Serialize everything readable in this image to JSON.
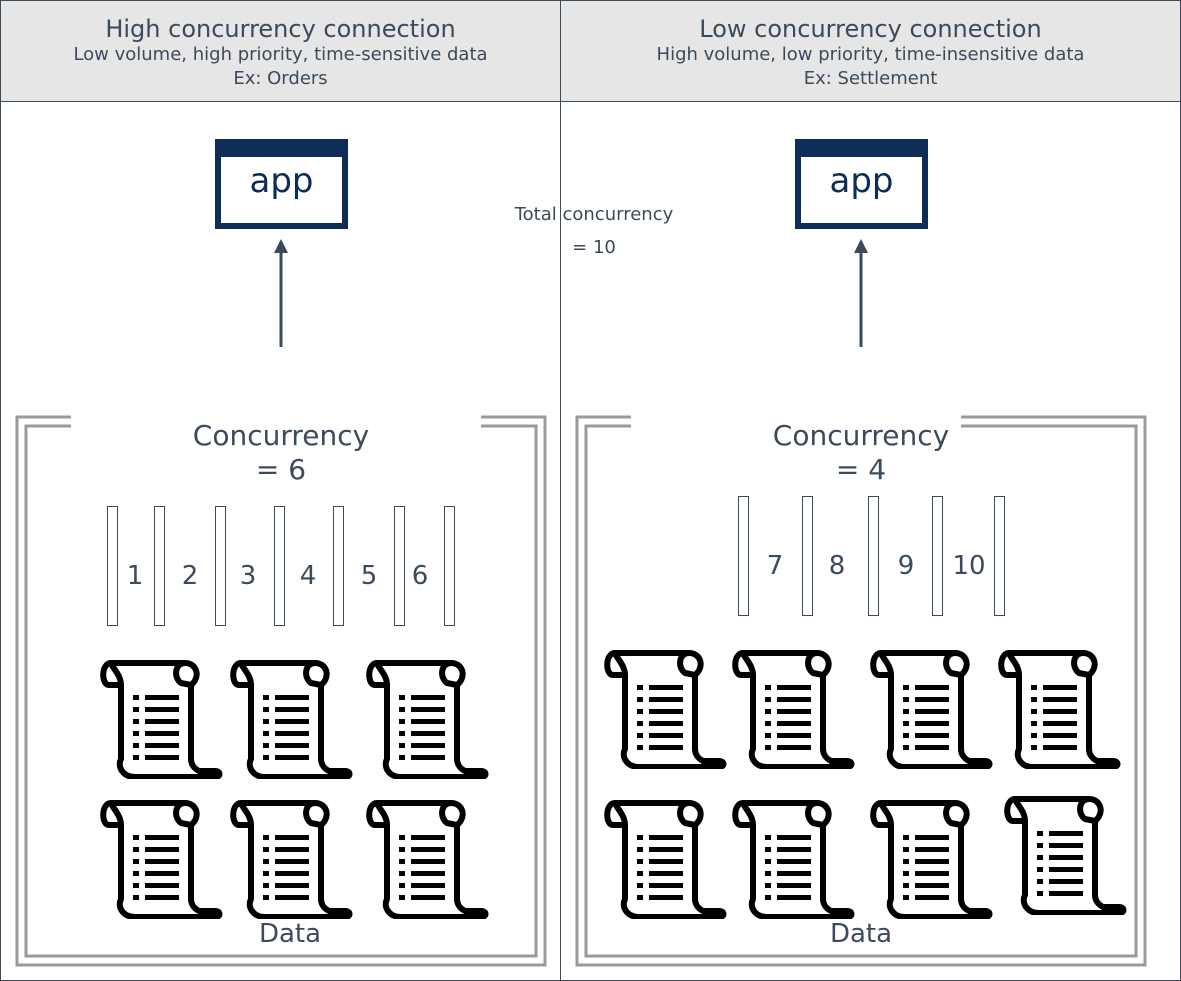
{
  "panels": [
    {
      "title": "High concurrency connection",
      "subtitle": "Low volume, high priority, time-sensitive data",
      "example": "Ex: Orders",
      "app_label": "app",
      "concurrency_label": "Concurrency",
      "concurrency_value": "= 6",
      "slots": [
        "1",
        "2",
        "3",
        "4",
        "5",
        "6"
      ],
      "data_label": "Data"
    },
    {
      "title": "Low concurrency connection",
      "subtitle": "High volume, low priority, time-insensitive data",
      "example": "Ex: Settlement",
      "app_label": "app",
      "concurrency_label": "Concurrency",
      "concurrency_value": "= 4",
      "slots": [
        "7",
        "8",
        "9",
        "10"
      ],
      "data_label": "Data"
    }
  ],
  "total": {
    "label": "Total concurrency",
    "value": "= 10"
  },
  "icons": {
    "app_window": "app-window-icon",
    "document": "scroll-document-icon",
    "arrow": "arrow-up-icon"
  },
  "colors": {
    "text": "#3b4a5c",
    "app_border": "#0e2d56",
    "header_bg": "#e6e6e6",
    "frame": "#9a9a9a"
  }
}
